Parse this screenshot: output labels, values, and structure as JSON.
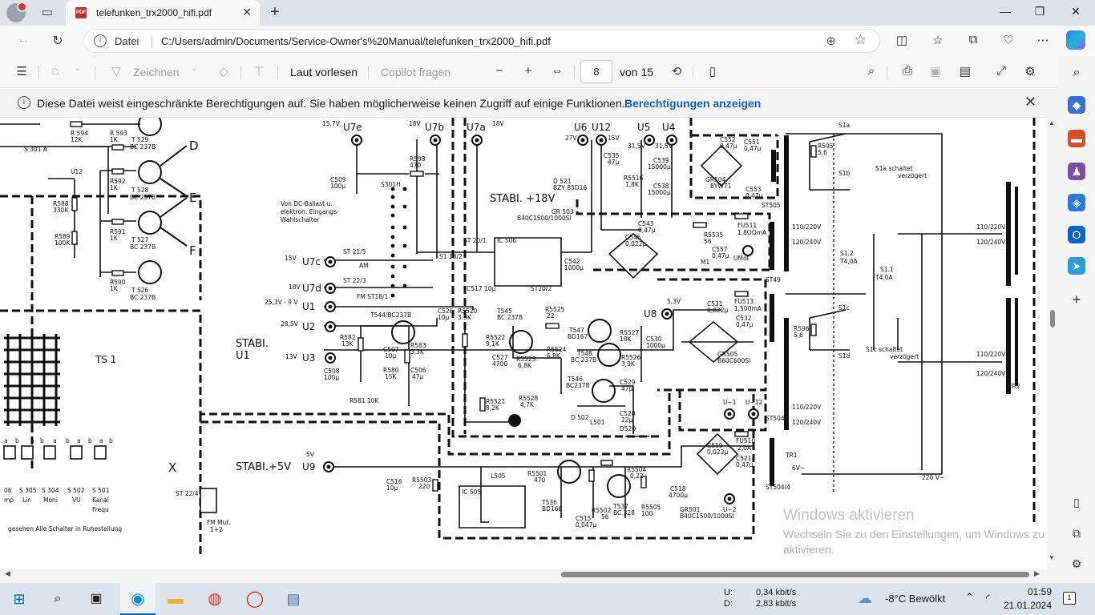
{
  "browser": {
    "tab_title": "telefunken_trx2000_hifi.pdf",
    "favicon_text": "PDF",
    "site_label": "Datei",
    "url": "C:/Users/admin/Documents/Service-Owner's%20Manual/telefunken_trx2000_hifi.pdf"
  },
  "pdf_toolbar": {
    "draw_label": "Zeichnen",
    "read_aloud_label": "Laut vorlesen",
    "copilot_label": "Copilot fragen",
    "page_number": "8",
    "page_total": "von 15"
  },
  "infobar": {
    "message": "Diese Datei weist eingeschränkte Berechtigungen auf. Sie haben möglicherweise keinen Zugriff auf einige Funktionen.",
    "link": "Berechtigungen anzeigen"
  },
  "schematic": {
    "stabi18": "STABI. +18V",
    "stabiU1a": "STABI.",
    "stabiU1b": "U1",
    "stabi5": "STABI.+5V",
    "ts1": "TS 1",
    "rail_u7e": "U7e",
    "rail_u7b": "U7b",
    "rail_u7a": "U7a",
    "rail_u6": "U6",
    "rail_u12": "U12",
    "rail_u5": "U5",
    "rail_u4": "U4",
    "rail_u7c": "U7c",
    "rail_u7d": "U7d",
    "rail_u1": "U1",
    "rail_u2": "U2",
    "rail_u3": "U3",
    "rail_u8": "U8",
    "rail_u9": "U9",
    "D": "D",
    "E": "E",
    "F": "F",
    "X": "X",
    "t529": "T 529",
    "bc237b_1": "BC 237B",
    "t528": "T 528",
    "bc237b_2": "BC 237B",
    "t527": "T 527",
    "bc237b_3": "BC 237B",
    "t526": "T 526",
    "bc237b_4": "BC 237B",
    "r594": "R 594",
    "r594v": "12K",
    "r593": "R 593",
    "r593v": "1K",
    "r592": "R592",
    "r592v": "1K",
    "r591": "R591",
    "r591v": "1K",
    "r590": "R590",
    "r590v": "1K",
    "r588": "R588",
    "r588v": "330K",
    "r589": "R589",
    "r589v": "100K",
    "u12small": "U12",
    "s301a": "S 301 A",
    "c509": "C509",
    "c509v": "100µ",
    "r598": "R598",
    "r598v": "470",
    "s301h": "S301H",
    "vondc1": "Von DC-Ballast u.",
    "vondc2": "elektron. Eingangs-",
    "vondc3": "Wahlschalter",
    "st215": "ST 21/5",
    "am": "AM",
    "st223": "ST 22/3",
    "fmst": "FM ST18/1",
    "ic506": "IC 506",
    "c517": "C517  10µ",
    "st2012": "ST20/2",
    "st201": "ST 20/1",
    "s1_182": "S1 18/2",
    "c542": "C542",
    "c542v": "1000µ",
    "d521": "D 521",
    "bzy": "BZY 85D16",
    "gr503": "GR 503",
    "b40c": "B40C1500/1000SI",
    "c535": "C535",
    "c535v": "47µ",
    "r5516": "R5516",
    "r5516v": "1,8K",
    "c539": "C539",
    "c539v": "15000µ",
    "c538": "C538",
    "c538v": "15000µ",
    "c552": "C552",
    "c552v": "0,47µ",
    "c551": "C551",
    "c551v": "0,47µ",
    "gr504": "GR504",
    "byw71": "BYW71",
    "c553": "C553",
    "c553v": "0,47µ",
    "c543": "C543",
    "c543v": "0,47µ",
    "c545": "C545",
    "c545v": "0,022µ",
    "r5535": "R5535",
    "r5535v": "56",
    "c557": "C557",
    "c557v": "0,47µ",
    "m1": "M1",
    "umot": "UMot",
    "fu511": "FU511",
    "fu511v": "1,8OOmA",
    "st505": "ST505",
    "st49": "ST49",
    "s1a": "S1a",
    "s1b": "S1b",
    "s1c": "S1c",
    "s1d": "S1d",
    "r595": "R595",
    "r595v": "5,6",
    "r596": "R596",
    "r596v": "5,6",
    "s1a_note": "S1a  schaltet",
    "s1a_note2": "verzögert",
    "s1c_note": "S1c  schaltet",
    "s1c_note2": "verzögert",
    "v110_220a": "110/220V",
    "v120_240a": "120/240V",
    "v110_220b": "110/220V",
    "v120_240b": "120/240V",
    "v110_220c": "110/220V",
    "v120_240c": "120/240V",
    "v110_220d": "110/220V",
    "v120_240d": "120/240V",
    "s12": "S1.2",
    "t40a": "T4,0A",
    "s11": "S1.1",
    "t40a2": "T4,0A",
    "tr2": "TR2",
    "tr1": "TR1",
    "v220": "220 V~",
    "v6": "6V~",
    "t544": "T544/BC237B",
    "r582": "R582",
    "r582v": "13K",
    "r583": "R583",
    "r583v": "3,3K",
    "c507": "C507",
    "c507v": "10µ",
    "c508": "C508",
    "c508v": "100µ",
    "r580": "R580",
    "r580v": "15K",
    "c506": "C506",
    "c506v": "47µ",
    "r581": "R581  10K",
    "c526": "C526",
    "c526v": "10µ",
    "r5520": "R5520",
    "r5520v": "3,9K",
    "t545": "T545",
    "bc237b_5": "BC 237B",
    "r5525": "R5525",
    "r5525v": "22",
    "r5522": "R5522",
    "r5522v": "9,1K",
    "c527": "C527",
    "c527v": "4700",
    "r5523": "R5523",
    "r5523v": "6,8K",
    "r5524": "R5524",
    "r5524v": "6,8K",
    "t547": "T547",
    "bd167": "BD167",
    "t548": "T548",
    "bc237b_6": "BC 237B",
    "r5527": "R5527",
    "r5527v": "18K",
    "r5526": "R5526",
    "r5526v": "3,9K",
    "c530": "C530",
    "c530v": "1000µ",
    "c531": "C531",
    "c531v": "0,022µ",
    "c532": "C532",
    "c532v": "0,47µ",
    "fu513": "FU513",
    "fu513v": "1,500mA",
    "gr505": "GR505",
    "b60c": "B60C600SI",
    "t546": "T546",
    "bc237b_7": "BC237B",
    "c529": "C529",
    "c529v": "47µ",
    "r5521": "R5521",
    "r5521v": "8,2K",
    "r5528": "R5528",
    "r5528v": "4,7K",
    "d502": "D 502",
    "l501": "L501",
    "c528": "C528",
    "c528v": "22µ",
    "d520": "D520",
    "c516": "C516",
    "c516v": "10µ",
    "r5503": "R5503",
    "r5503v": "220",
    "ic505": "IC 505",
    "l505": "L505",
    "r5501": "R5501",
    "r5501v": "470",
    "t536": "T536",
    "bd166": "BD166",
    "r5502": "R5502",
    "r5502v": "56",
    "c515": "C515",
    "c515v": "0,047µ",
    "t537": "T537",
    "bc328": "BC 328",
    "r5504": "R5504",
    "r5504v": "0,22",
    "r5505": "R5505",
    "r5505v": "100",
    "c518": "C518",
    "c518v": "4700µ",
    "c519": "C519",
    "c519v": "0,022µ",
    "fu510": "FU510",
    "fu510v": "2,0A",
    "c521": "C521",
    "c521v": "0,47µ",
    "gr501": "GR501",
    "b40c2": "B40C1500/1000SI",
    "st504": "ST504",
    "st504b": "ST504/4",
    "u1": "U~1",
    "u12b": "U~12",
    "u2": "U~2",
    "fm_mut": "FM Mut.",
    "fm_mut2": "1+2",
    "st224": "ST 22/4",
    "bottom_note": "gesehen  Alle Schalter in Ruhestellung",
    "sw_labels": [
      "06",
      "S 305",
      "S 304",
      "S 502",
      "S 501"
    ],
    "sw_sub": [
      "mp",
      "Lin",
      "Moni",
      "VU",
      "Kanal"
    ],
    "sw_sub2": "Frequ",
    "sw_letters": [
      "a",
      "b",
      "a",
      "b",
      "a",
      "b",
      "a",
      "b",
      "a",
      "b"
    ],
    "v157": "15,7V",
    "v18a": "18V",
    "v18b": "18V",
    "v27": "27V",
    "v15": "15V",
    "v315": "31,5V",
    "v315b": "31,5V",
    "v15b": "15V",
    "v18c": "18V",
    "v253": "25,3V - 9 V",
    "v285": "28,5V",
    "v13": "13V",
    "v53": "5,3V",
    "v5": "5V"
  },
  "watermark": {
    "line1": "Windows aktivieren",
    "line2": "Wechseln Sie zu den Einstellungen, um Windows zu aktivieren."
  },
  "taskbar": {
    "net_up_label": "U:",
    "net_up": "0,34 kbit/s",
    "net_down_label": "D:",
    "net_down": "2,83 kbit/s",
    "weather": "-8°C  Bewölkt",
    "time": "01:59",
    "date": "21.01.2024",
    "notification_count": "1"
  }
}
